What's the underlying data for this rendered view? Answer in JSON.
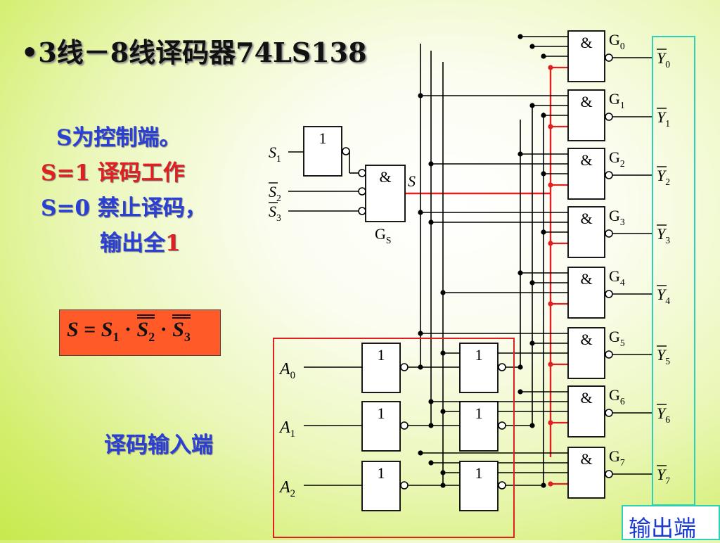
{
  "title": "•3线－8线译码器74LS138",
  "notes": {
    "line1": "S为控制端。",
    "line2": "S=1  译码工作",
    "line3": "S=0  禁止译码，",
    "line4_prefix": "输出全",
    "line4_value": "1"
  },
  "formula": {
    "lhs": "S",
    "eq": " = ",
    "s1": "S",
    "s1_sub": "1",
    "dot1": " · ",
    "s2": "S",
    "s2_sub": "2",
    "dot2": " · ",
    "s3": "S",
    "s3_sub": "3"
  },
  "input_section_label": "译码输入端",
  "output_section_label": "输出端",
  "circuit": {
    "enable_inputs": [
      {
        "name": "S",
        "sub": "1"
      },
      {
        "name": "S",
        "sub": "2"
      },
      {
        "name": "S",
        "sub": "3"
      }
    ],
    "gs_label": "G",
    "gs_sub": "S",
    "gs_output": "S",
    "not_symbol": "1",
    "and_symbol": "&",
    "address_inputs": [
      {
        "name": "A",
        "sub": "0"
      },
      {
        "name": "A",
        "sub": "1"
      },
      {
        "name": "A",
        "sub": "2"
      }
    ],
    "gates": [
      {
        "label": "G",
        "sub": "0"
      },
      {
        "label": "G",
        "sub": "1"
      },
      {
        "label": "G",
        "sub": "2"
      },
      {
        "label": "G",
        "sub": "3"
      },
      {
        "label": "G",
        "sub": "4"
      },
      {
        "label": "G",
        "sub": "5"
      },
      {
        "label": "G",
        "sub": "6"
      },
      {
        "label": "G",
        "sub": "7"
      }
    ],
    "outputs": [
      {
        "name": "Y",
        "sub": "0"
      },
      {
        "name": "Y",
        "sub": "1"
      },
      {
        "name": "Y",
        "sub": "2"
      },
      {
        "name": "Y",
        "sub": "3"
      },
      {
        "name": "Y",
        "sub": "4"
      },
      {
        "name": "Y",
        "sub": "5"
      },
      {
        "name": "Y",
        "sub": "6"
      },
      {
        "name": "Y",
        "sub": "7"
      }
    ]
  },
  "colors": {
    "wire": "#000000",
    "enable_wire": "#e02020",
    "input_box": "#e02020",
    "output_box": "#2fd0b4",
    "formula_bg": "#ff5a28",
    "text_blue": "#2a3fd6",
    "text_red": "#e02020"
  }
}
